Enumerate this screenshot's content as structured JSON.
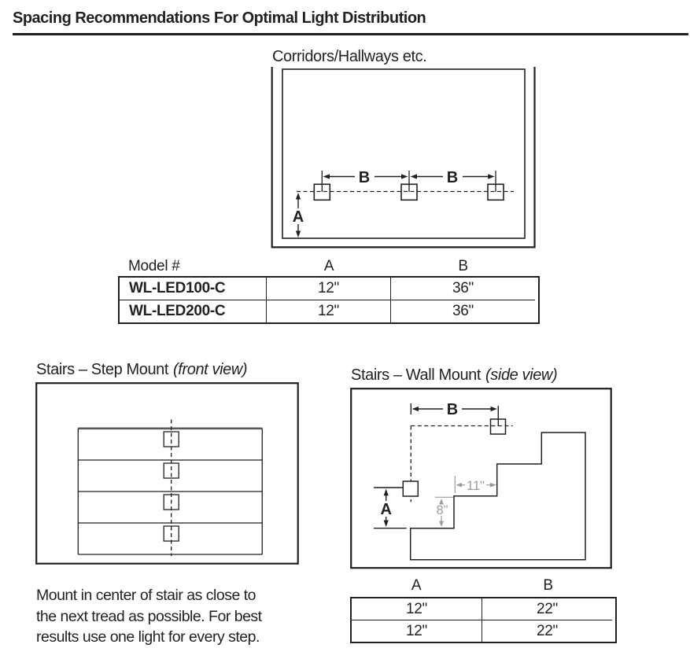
{
  "title": "Spacing Recommendations For Optimal Light Distribution",
  "colors": {
    "ink": "#231f20",
    "dim_gray": "#9b9b9b"
  },
  "corridor": {
    "heading": "Corridors/Hallways etc.",
    "dim_a": "A",
    "dim_b": "B",
    "table": {
      "col_model": "Model #",
      "col_a": "A",
      "col_b": "B",
      "rows": [
        {
          "model": "WL-LED100-C",
          "a": "12\"",
          "b": "36\""
        },
        {
          "model": "WL-LED200-C",
          "a": "12\"",
          "b": "36\""
        }
      ]
    }
  },
  "step_mount": {
    "heading": "Stairs – Step Mount",
    "view": "(front view)",
    "note_lines": [
      "Mount in center of stair as close to",
      "the next tread as possible. For best",
      "results use one light for every step."
    ]
  },
  "wall_mount": {
    "heading": "Stairs – Wall Mount",
    "view": "(side view)",
    "dim_a": "A",
    "dim_b": "B",
    "tread_depth": "11\"",
    "riser_height": "8\"",
    "table": {
      "col_a": "A",
      "col_b": "B",
      "rows": [
        {
          "a": "12\"",
          "b": "22\""
        },
        {
          "a": "12\"",
          "b": "22\""
        }
      ]
    }
  }
}
